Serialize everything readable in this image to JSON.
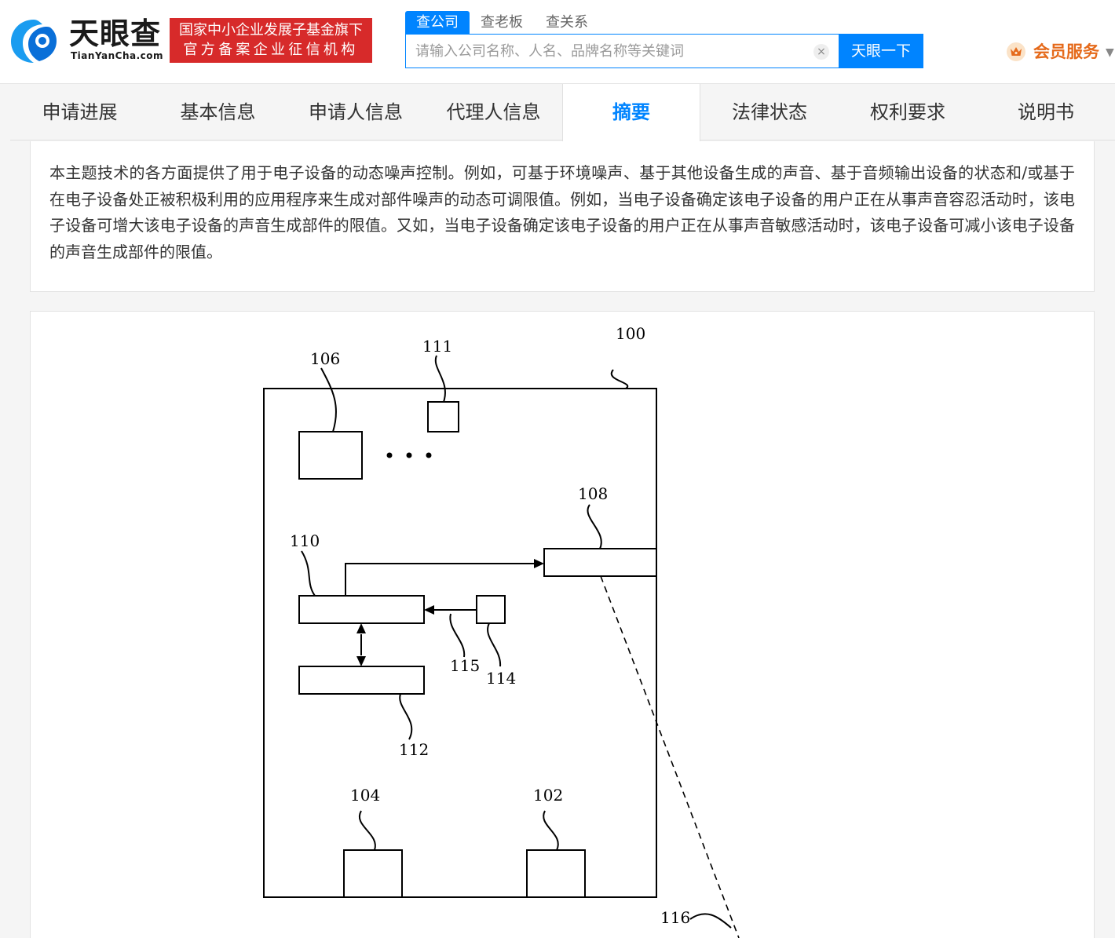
{
  "header": {
    "logo_cn": "天眼查",
    "logo_en": "TianYanCha.com",
    "cert_line1": "国家中小企业发展子基金旗下",
    "cert_line2": "官方备案企业征信机构",
    "tabs": [
      "查公司",
      "查老板",
      "查关系"
    ],
    "search_placeholder": "请输入公司名称、人名、品牌名称等关键词",
    "clear_symbol": "×",
    "search_button": "天眼一下",
    "member_label": "会员服务",
    "member_caret": "▼"
  },
  "nav": {
    "items": [
      "申请进展",
      "基本信息",
      "申请人信息",
      "代理人信息",
      "摘要",
      "法律状态",
      "权利要求",
      "说明书"
    ],
    "active": "摘要"
  },
  "abstract": {
    "text": "本主题技术的各方面提供了用于电子设备的动态噪声控制。例如，可基于环境噪声、基于其他设备生成的声音、基于音频输出设备的状态和/或基于在电子设备处正被积极利用的应用程序来生成对部件噪声的动态可调限值。例如，当电子设备确定该电子设备的用户正在从事声音容忍活动时，该电子设备可增大该电子设备的声音生成部件的限值。又如，当电子设备确定该电子设备的用户正在从事声音敏感活动时，该电子设备可减小该电子设备的声音生成部件的限值。"
  },
  "figure": {
    "labels": {
      "l100": "100",
      "l106": "106",
      "l111": "111",
      "l108": "108",
      "l110": "110",
      "l115": "115",
      "l114": "114",
      "l112": "112",
      "l104": "104",
      "l102": "102",
      "l116": "116"
    }
  },
  "colors": {
    "accent": "#0084ff",
    "cert_red": "#d72a2a",
    "member_orange": "#e56a1b"
  }
}
